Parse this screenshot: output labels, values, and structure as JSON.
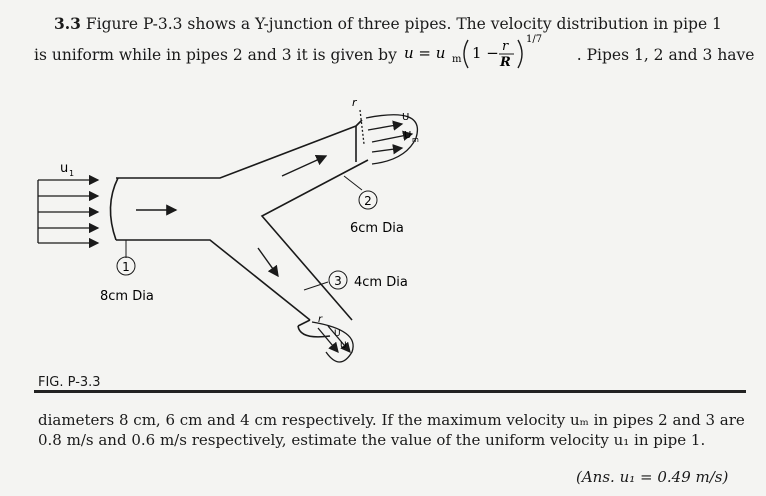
{
  "header": {
    "problem_number": "3.3",
    "line1": "Figure P-3.3 shows a Y-junction of three pipes. The velocity distribution in pipe 1",
    "line2_pre": "is uniform while in pipes 2 and 3 it is given by",
    "line2_post": ". Pipes 1, 2 and 3 have",
    "formula": {
      "lhs": "u = u",
      "sub_m": "m",
      "one_minus": "1 −",
      "r": "r",
      "R": "R",
      "exponent": "1/7"
    }
  },
  "figure": {
    "u1_label": "u",
    "u1_sub": "1",
    "pipe1_number": "1",
    "pipe1_dia": "8cm Dia",
    "pipe2_number": "2",
    "pipe2_dia": "6cm Dia",
    "pipe3_number": "3",
    "pipe3_dia": "4cm Dia",
    "r_label": "r",
    "u_label": "U",
    "um_label": "U",
    "um_sub": "m",
    "caption": "FIG. P-3.3"
  },
  "body": {
    "paragraph": "diameters 8 cm, 6 cm and 4 cm respectively. If the maximum velocity uₘ in pipes 2 and 3 are 0.8 m/s and 0.6 m/s respectively, estimate the value of the uniform velocity u₁ in pipe 1.",
    "answer": "(Ans.  u₁ = 0.49 m/s)"
  },
  "colors": {
    "ink": "#1a1a1a",
    "paper": "#f4f4f2"
  }
}
